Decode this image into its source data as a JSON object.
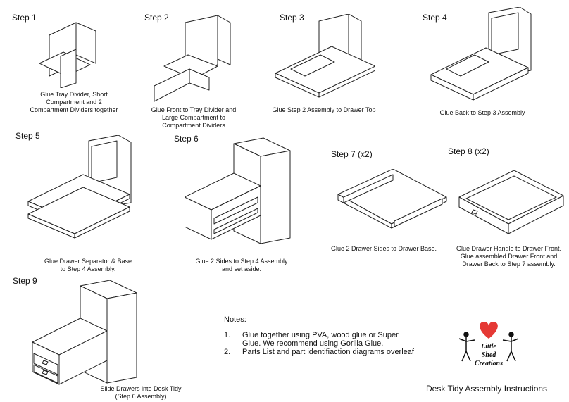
{
  "steps": [
    {
      "title": "Step 1",
      "caption": [
        "Glue Tray Divider, Short",
        "Compartment and 2",
        "Compartment Dividers together"
      ]
    },
    {
      "title": "Step 2",
      "caption": [
        "Glue Front to Tray Divider and",
        "Large Compartment to",
        "Compartment Dividers"
      ]
    },
    {
      "title": "Step 3",
      "caption": [
        "Glue Step 2 Assembly to Drawer Top"
      ]
    },
    {
      "title": "Step 4",
      "caption": [
        "Glue Back to Step 3 Assembly"
      ]
    },
    {
      "title": "Step 5",
      "caption": [
        "Glue Drawer Separator & Base",
        "to Step 4 Assembly."
      ]
    },
    {
      "title": "Step 6",
      "caption": [
        "Glue 2 Sides to Step 4 Assembly",
        "and set aside."
      ]
    },
    {
      "title": "Step 7 (x2)",
      "caption": [
        "Glue 2 Drawer Sides to Drawer Base."
      ]
    },
    {
      "title": "Step 8 (x2)",
      "caption": [
        "Glue Drawer Handle to Drawer Front.",
        "Glue assembled Drawer Front and",
        "Drawer Back to Step 7 assembly."
      ]
    },
    {
      "title": "Step 9",
      "caption": [
        "Slide Drawers into Desk Tidy",
        "(Step 6 Assembly)"
      ]
    }
  ],
  "notes": {
    "title": "Notes:",
    "items": [
      {
        "num": "1.",
        "text": "Glue together using PVA, wood glue or Super Glue. We recommend using Gorilla Glue."
      },
      {
        "num": "2.",
        "text": "Parts List and part identifiaction diagrams overleaf"
      }
    ]
  },
  "logo": {
    "line1": "Little",
    "line2": "Shed",
    "line3": "Creations",
    "heart_color": "#e53935"
  },
  "footer": {
    "title": "Desk Tidy Assembly Instructions"
  }
}
